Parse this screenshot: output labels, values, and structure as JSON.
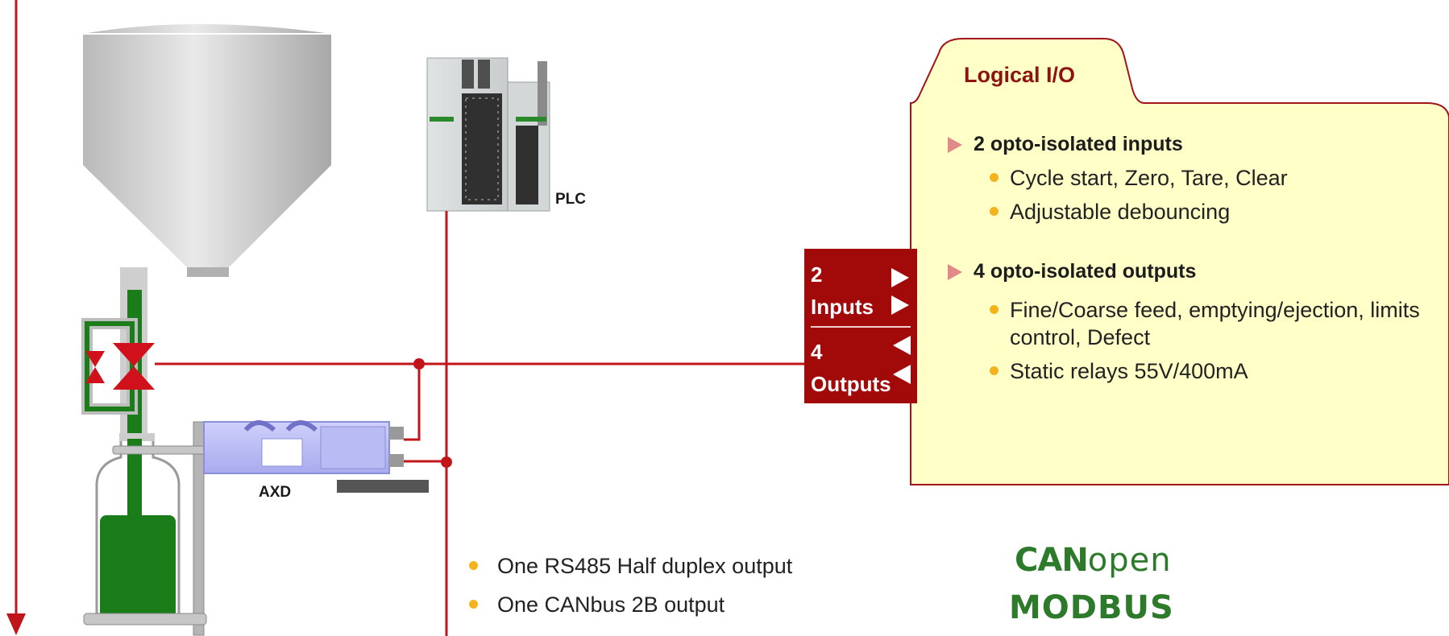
{
  "labels": {
    "plc": "PLC",
    "axd": "AXD"
  },
  "io_box": {
    "inputs_count": "2",
    "inputs_label": "Inputs",
    "outputs_count": "4",
    "outputs_label": "Outputs"
  },
  "panel": {
    "title": "Logical I/O",
    "sections": [
      {
        "heading": "2 opto-isolated inputs",
        "bullets": [
          "Cycle start, Zero, Tare, Clear",
          "Adjustable debouncing"
        ]
      },
      {
        "heading": "4 opto-isolated outputs",
        "bullets": [
          "Fine/Coarse feed, emptying/ejection, limits control, Defect",
          "Static relays 55V/400mA"
        ]
      }
    ]
  },
  "bottom_bullets": [
    "One RS485 Half duplex output",
    "One  CANbus 2B output"
  ],
  "logos": {
    "canopen_bold": "CAN",
    "canopen_light": "open",
    "modbus": "MODBUS"
  },
  "colors": {
    "red": "#c0161b",
    "dark_red": "#a20a0a",
    "green": "#1a7d1a",
    "panel_bg": "#ffffc8",
    "bullet": "#f4b21c"
  }
}
